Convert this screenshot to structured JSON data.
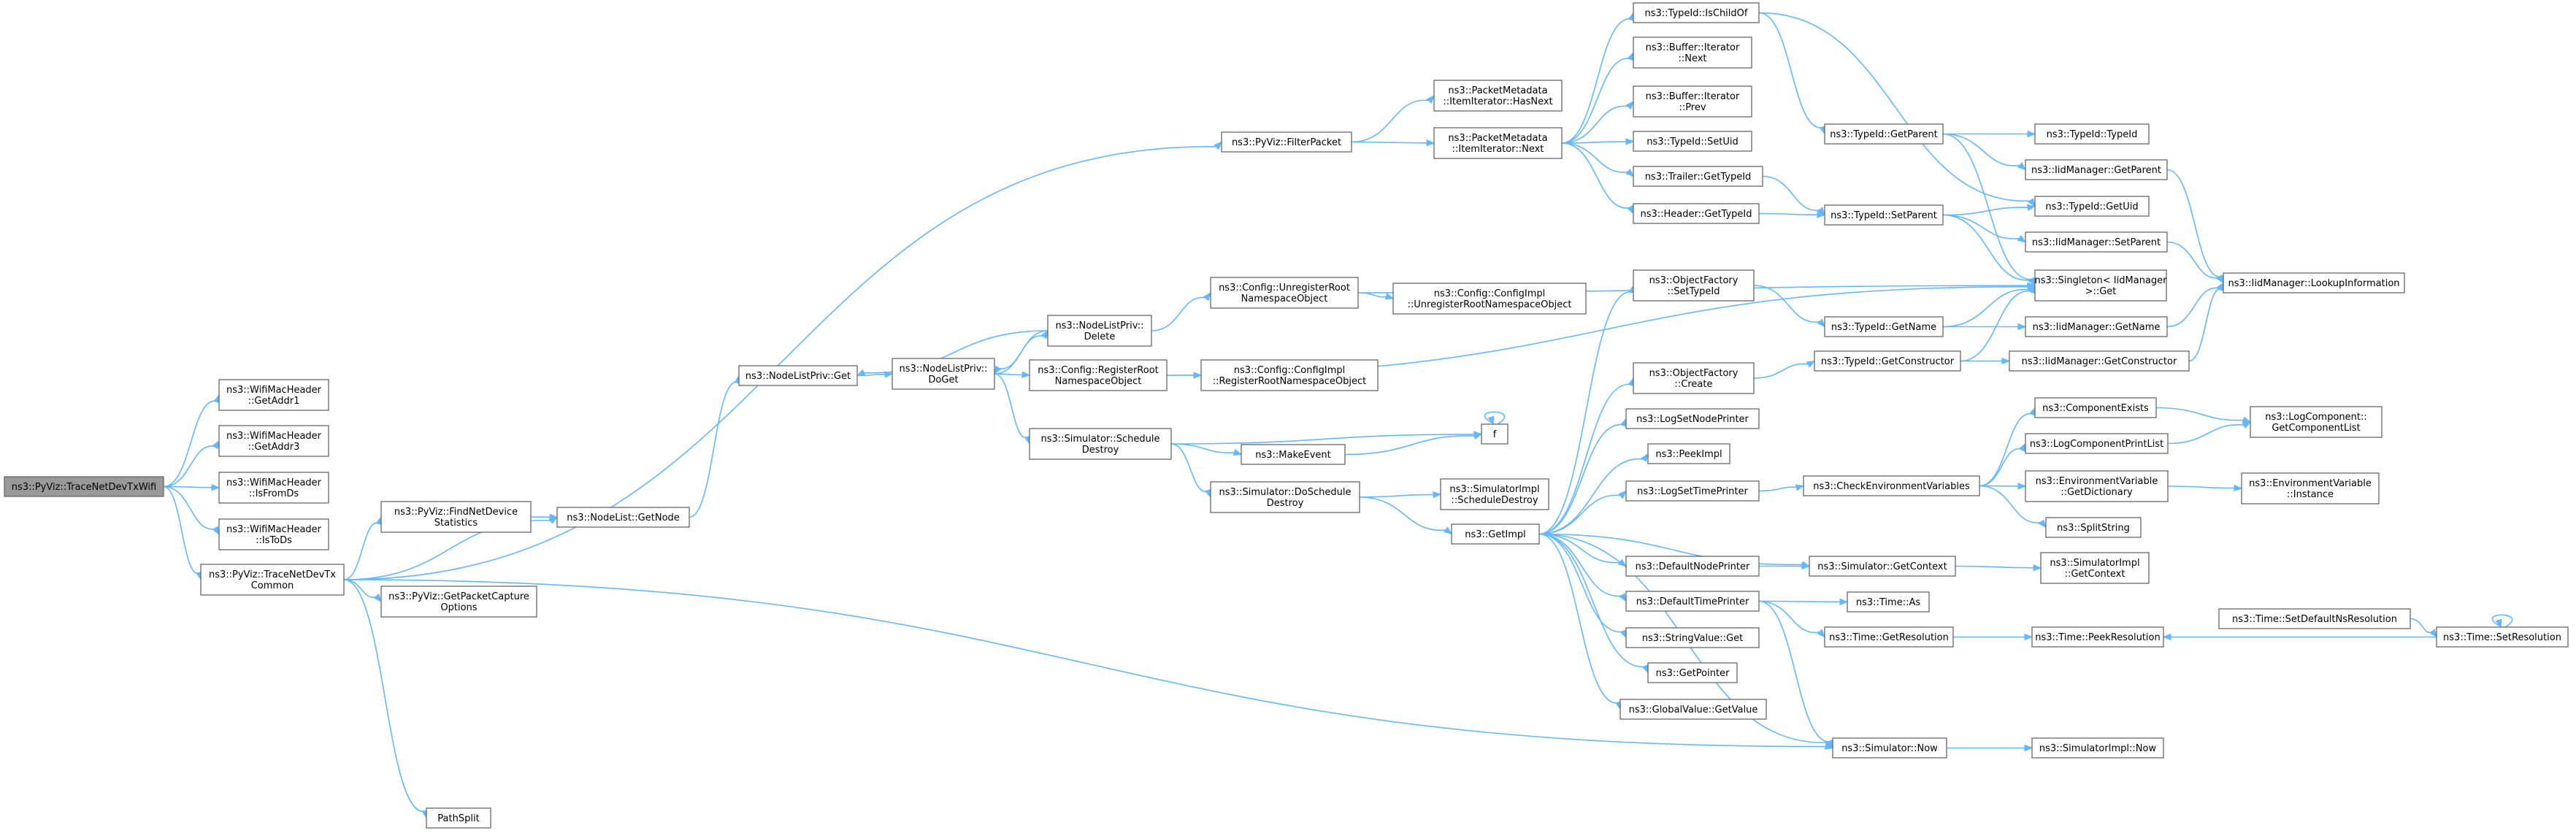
{
  "colors": {
    "edge": "#63b8ff",
    "node_fill": "#ffffff",
    "node_stroke": "#666666",
    "root_fill": "#999999"
  },
  "nodes": [
    {
      "id": "root",
      "label": [
        "ns3::PyViz::TraceNetDevTxWifi"
      ],
      "root": true
    },
    {
      "id": "addr1",
      "label": [
        "ns3::WifiMacHeader",
        "::GetAddr1"
      ]
    },
    {
      "id": "addr3",
      "label": [
        "ns3::WifiMacHeader",
        "::GetAddr3"
      ]
    },
    {
      "id": "isfromds",
      "label": [
        "ns3::WifiMacHeader",
        "::IsFromDs"
      ]
    },
    {
      "id": "istods",
      "label": [
        "ns3::WifiMacHeader",
        "::IsToDs"
      ]
    },
    {
      "id": "tracecommon",
      "label": [
        "ns3::PyViz::TraceNetDevTx",
        "Common"
      ]
    },
    {
      "id": "filterpacket",
      "label": [
        "ns3::PyViz::FilterPacket"
      ]
    },
    {
      "id": "findnetdev",
      "label": [
        "ns3::PyViz::FindNetDevice",
        "Statistics"
      ]
    },
    {
      "id": "getpcapopts",
      "label": [
        "ns3::PyViz::GetPacketCapture",
        "Options"
      ]
    },
    {
      "id": "pathsplit",
      "label": [
        "PathSplit"
      ]
    },
    {
      "id": "nodelistgetnode",
      "label": [
        "ns3::NodeList::GetNode"
      ]
    },
    {
      "id": "nlprivget",
      "label": [
        "ns3::NodeListPriv::Get"
      ]
    },
    {
      "id": "nlprivdoget",
      "label": [
        "ns3::NodeListPriv::",
        "DoGet"
      ]
    },
    {
      "id": "nlprivdelete",
      "label": [
        "ns3::NodeListPriv::",
        "Delete"
      ]
    },
    {
      "id": "cfgregister",
      "label": [
        "ns3::Config::RegisterRoot",
        "NamespaceObject"
      ]
    },
    {
      "id": "scheddestroy",
      "label": [
        "ns3::Simulator::Schedule",
        "Destroy"
      ]
    },
    {
      "id": "makeevent",
      "label": [
        "ns3::MakeEvent"
      ]
    },
    {
      "id": "doscheddestroy",
      "label": [
        "ns3::Simulator::DoSchedule",
        "Destroy"
      ]
    },
    {
      "id": "f",
      "label": [
        "f"
      ]
    },
    {
      "id": "cfgunregister",
      "label": [
        "ns3::Config::UnregisterRoot",
        "NamespaceObject"
      ]
    },
    {
      "id": "cfgimplunreg",
      "label": [
        "ns3::Config::ConfigImpl",
        "::UnregisterRootNamespaceObject"
      ]
    },
    {
      "id": "cfgimplreg",
      "label": [
        "ns3::Config::ConfigImpl",
        "::RegisterRootNamespaceObject"
      ]
    },
    {
      "id": "simimplscheddestroy",
      "label": [
        "ns3::SimulatorImpl",
        "::ScheduleDestroy"
      ]
    },
    {
      "id": "pmiterhasnext",
      "label": [
        "ns3::PacketMetadata",
        "::ItemIterator::HasNext"
      ]
    },
    {
      "id": "pmiternext",
      "label": [
        "ns3::PacketMetadata",
        "::ItemIterator::Next"
      ]
    },
    {
      "id": "getimpl",
      "label": [
        "ns3::GetImpl"
      ]
    },
    {
      "id": "ischildof",
      "label": [
        "ns3::TypeId::IsChildOf"
      ]
    },
    {
      "id": "bufnext",
      "label": [
        "ns3::Buffer::Iterator",
        "::Next"
      ]
    },
    {
      "id": "bufprev",
      "label": [
        "ns3::Buffer::Iterator",
        "::Prev"
      ]
    },
    {
      "id": "setuid",
      "label": [
        "ns3::TypeId::SetUid"
      ]
    },
    {
      "id": "trailergettypeid",
      "label": [
        "ns3::Trailer::GetTypeId"
      ]
    },
    {
      "id": "headergettypeid",
      "label": [
        "ns3::Header::GetTypeId"
      ]
    },
    {
      "id": "ofsettypeid",
      "label": [
        "ns3::ObjectFactory",
        "::SetTypeId"
      ]
    },
    {
      "id": "ofcreate",
      "label": [
        "ns3::ObjectFactory",
        "::Create"
      ]
    },
    {
      "id": "logsetnodeprinter",
      "label": [
        "ns3::LogSetNodePrinter"
      ]
    },
    {
      "id": "peekimpl",
      "label": [
        "ns3::PeekImpl"
      ]
    },
    {
      "id": "logsettimeprinter",
      "label": [
        "ns3::LogSetTimePrinter"
      ]
    },
    {
      "id": "defaultnodeprinter",
      "label": [
        "ns3::DefaultNodePrinter"
      ]
    },
    {
      "id": "defaulttimeprinter",
      "label": [
        "ns3::DefaultTimePrinter"
      ]
    },
    {
      "id": "stringvalueget",
      "label": [
        "ns3::StringValue::Get"
      ]
    },
    {
      "id": "getpointer",
      "label": [
        "ns3::GetPointer"
      ]
    },
    {
      "id": "globalvalueget",
      "label": [
        "ns3::GlobalValue::GetValue"
      ]
    },
    {
      "id": "gettypeidparent",
      "label": [
        "ns3::TypeId::GetParent"
      ]
    },
    {
      "id": "settypeidparent",
      "label": [
        "ns3::TypeId::SetParent"
      ]
    },
    {
      "id": "typeidgetname",
      "label": [
        "ns3::TypeId::GetName"
      ]
    },
    {
      "id": "typeidgetctor",
      "label": [
        "ns3::TypeId::GetConstructor"
      ]
    },
    {
      "id": "checkenv",
      "label": [
        "ns3::CheckEnvironmentVariables"
      ]
    },
    {
      "id": "simgetcontext",
      "label": [
        "ns3::Simulator::GetContext"
      ]
    },
    {
      "id": "timeas",
      "label": [
        "ns3::Time::As"
      ]
    },
    {
      "id": "timegetres",
      "label": [
        "ns3::Time::GetResolution"
      ]
    },
    {
      "id": "simnow",
      "label": [
        "ns3::Simulator::Now"
      ]
    },
    {
      "id": "typeidtypeid",
      "label": [
        "ns3::TypeId::TypeId"
      ]
    },
    {
      "id": "iidgetparent",
      "label": [
        "ns3::IidManager::GetParent"
      ]
    },
    {
      "id": "typeidgetuid",
      "label": [
        "ns3::TypeId::GetUid"
      ]
    },
    {
      "id": "iidsetparent",
      "label": [
        "ns3::IidManager::SetParent"
      ]
    },
    {
      "id": "singletonget",
      "label": [
        "ns3::Singleton< IidManager",
        " >::Get"
      ]
    },
    {
      "id": "iidgetname",
      "label": [
        "ns3::IidManager::GetName"
      ]
    },
    {
      "id": "iidgetctor",
      "label": [
        "ns3::IidManager::GetConstructor"
      ]
    },
    {
      "id": "compexists",
      "label": [
        "ns3::ComponentExists"
      ]
    },
    {
      "id": "logcompprintlist",
      "label": [
        "ns3::LogComponentPrintList"
      ]
    },
    {
      "id": "envgetdict",
      "label": [
        "ns3::EnvironmentVariable",
        "::GetDictionary"
      ]
    },
    {
      "id": "splitstring",
      "label": [
        "ns3::SplitString"
      ]
    },
    {
      "id": "simimplgetcontext",
      "label": [
        "ns3::SimulatorImpl",
        "::GetContext"
      ]
    },
    {
      "id": "timepeekres",
      "label": [
        "ns3::Time::PeekResolution"
      ]
    },
    {
      "id": "simimplnow",
      "label": [
        "ns3::SimulatorImpl::Now"
      ]
    },
    {
      "id": "iidlookup",
      "label": [
        "ns3::IidManager::LookupInformation"
      ]
    },
    {
      "id": "logcompgetlist",
      "label": [
        "ns3::LogComponent::",
        "GetComponentList"
      ]
    },
    {
      "id": "envinstance",
      "label": [
        "ns3::EnvironmentVariable",
        "::Instance"
      ]
    },
    {
      "id": "timesetdefault",
      "label": [
        "ns3::Time::SetDefaultNsResolution"
      ]
    },
    {
      "id": "timesetres",
      "label": [
        "ns3::Time::SetResolution"
      ]
    }
  ],
  "edges": [
    [
      "root",
      "addr1"
    ],
    [
      "root",
      "addr3"
    ],
    [
      "root",
      "isfromds"
    ],
    [
      "root",
      "istods"
    ],
    [
      "root",
      "tracecommon"
    ],
    [
      "tracecommon",
      "filterpacket"
    ],
    [
      "tracecommon",
      "findnetdev"
    ],
    [
      "tracecommon",
      "getpcapopts"
    ],
    [
      "tracecommon",
      "nodelistgetnode"
    ],
    [
      "tracecommon",
      "pathsplit"
    ],
    [
      "tracecommon",
      "simnow"
    ],
    [
      "findnetdev",
      "nodelistgetnode"
    ],
    [
      "nodelistgetnode",
      "nlprivget"
    ],
    [
      "nlprivget",
      "nlprivdoget"
    ],
    [
      "nlprivdoget",
      "nlprivdelete"
    ],
    [
      "nlprivdoget",
      "cfgregister"
    ],
    [
      "nlprivdoget",
      "scheddestroy"
    ],
    [
      "nlprivdelete",
      "nlprivget"
    ],
    [
      "nlprivdelete",
      "nlprivdoget"
    ],
    [
      "nlprivdelete",
      "cfgunregister"
    ],
    [
      "cfgunregister",
      "cfgimplunreg"
    ],
    [
      "cfgunregister",
      "singletonget"
    ],
    [
      "cfgregister",
      "cfgimplreg"
    ],
    [
      "cfgregister",
      "singletonget"
    ],
    [
      "scheddestroy",
      "makeevent"
    ],
    [
      "scheddestroy",
      "f"
    ],
    [
      "scheddestroy",
      "doscheddestroy"
    ],
    [
      "makeevent",
      "f"
    ],
    [
      "f",
      "f"
    ],
    [
      "doscheddestroy",
      "simimplscheddestroy"
    ],
    [
      "doscheddestroy",
      "getimpl"
    ],
    [
      "filterpacket",
      "pmiterhasnext"
    ],
    [
      "filterpacket",
      "pmiternext"
    ],
    [
      "pmiternext",
      "ischildof"
    ],
    [
      "pmiternext",
      "bufnext"
    ],
    [
      "pmiternext",
      "bufprev"
    ],
    [
      "pmiternext",
      "setuid"
    ],
    [
      "pmiternext",
      "trailergettypeid"
    ],
    [
      "pmiternext",
      "headergettypeid"
    ],
    [
      "ischildof",
      "gettypeidparent"
    ],
    [
      "ischildof",
      "typeidgetuid"
    ],
    [
      "trailergettypeid",
      "settypeidparent"
    ],
    [
      "headergettypeid",
      "settypeidparent"
    ],
    [
      "gettypeidparent",
      "typeidtypeid"
    ],
    [
      "gettypeidparent",
      "iidgetparent"
    ],
    [
      "gettypeidparent",
      "singletonget"
    ],
    [
      "settypeidparent",
      "typeidgetuid"
    ],
    [
      "settypeidparent",
      "iidsetparent"
    ],
    [
      "settypeidparent",
      "singletonget"
    ],
    [
      "iidgetparent",
      "iidlookup"
    ],
    [
      "iidsetparent",
      "iidlookup"
    ],
    [
      "iidgetname",
      "iidlookup"
    ],
    [
      "iidgetctor",
      "iidlookup"
    ],
    [
      "getimpl",
      "ofsettypeid"
    ],
    [
      "getimpl",
      "ofcreate"
    ],
    [
      "getimpl",
      "logsetnodeprinter"
    ],
    [
      "getimpl",
      "peekimpl"
    ],
    [
      "getimpl",
      "logsettimeprinter"
    ],
    [
      "getimpl",
      "defaultnodeprinter"
    ],
    [
      "getimpl",
      "defaulttimeprinter"
    ],
    [
      "getimpl",
      "stringvalueget"
    ],
    [
      "getimpl",
      "getpointer"
    ],
    [
      "getimpl",
      "globalvalueget"
    ],
    [
      "getimpl",
      "simgetcontext"
    ],
    [
      "getimpl",
      "simnow"
    ],
    [
      "ofsettypeid",
      "typeidgetname"
    ],
    [
      "ofcreate",
      "typeidgetctor"
    ],
    [
      "typeidgetname",
      "iidgetname"
    ],
    [
      "typeidgetname",
      "singletonget"
    ],
    [
      "typeidgetctor",
      "iidgetctor"
    ],
    [
      "typeidgetctor",
      "singletonget"
    ],
    [
      "logsettimeprinter",
      "checkenv"
    ],
    [
      "checkenv",
      "compexists"
    ],
    [
      "checkenv",
      "logcompprintlist"
    ],
    [
      "checkenv",
      "envgetdict"
    ],
    [
      "checkenv",
      "splitstring"
    ],
    [
      "compexists",
      "logcompgetlist"
    ],
    [
      "logcompprintlist",
      "logcompgetlist"
    ],
    [
      "envgetdict",
      "envinstance"
    ],
    [
      "defaultnodeprinter",
      "simgetcontext"
    ],
    [
      "defaulttimeprinter",
      "timeas"
    ],
    [
      "defaulttimeprinter",
      "timegetres"
    ],
    [
      "defaulttimeprinter",
      "simnow"
    ],
    [
      "simgetcontext",
      "simimplgetcontext"
    ],
    [
      "timegetres",
      "timepeekres"
    ],
    [
      "simnow",
      "simimplnow"
    ],
    [
      "timesetdefault",
      "timesetres"
    ],
    [
      "timesetres",
      "timesetres"
    ],
    [
      "timesetres",
      "timepeekres"
    ]
  ]
}
